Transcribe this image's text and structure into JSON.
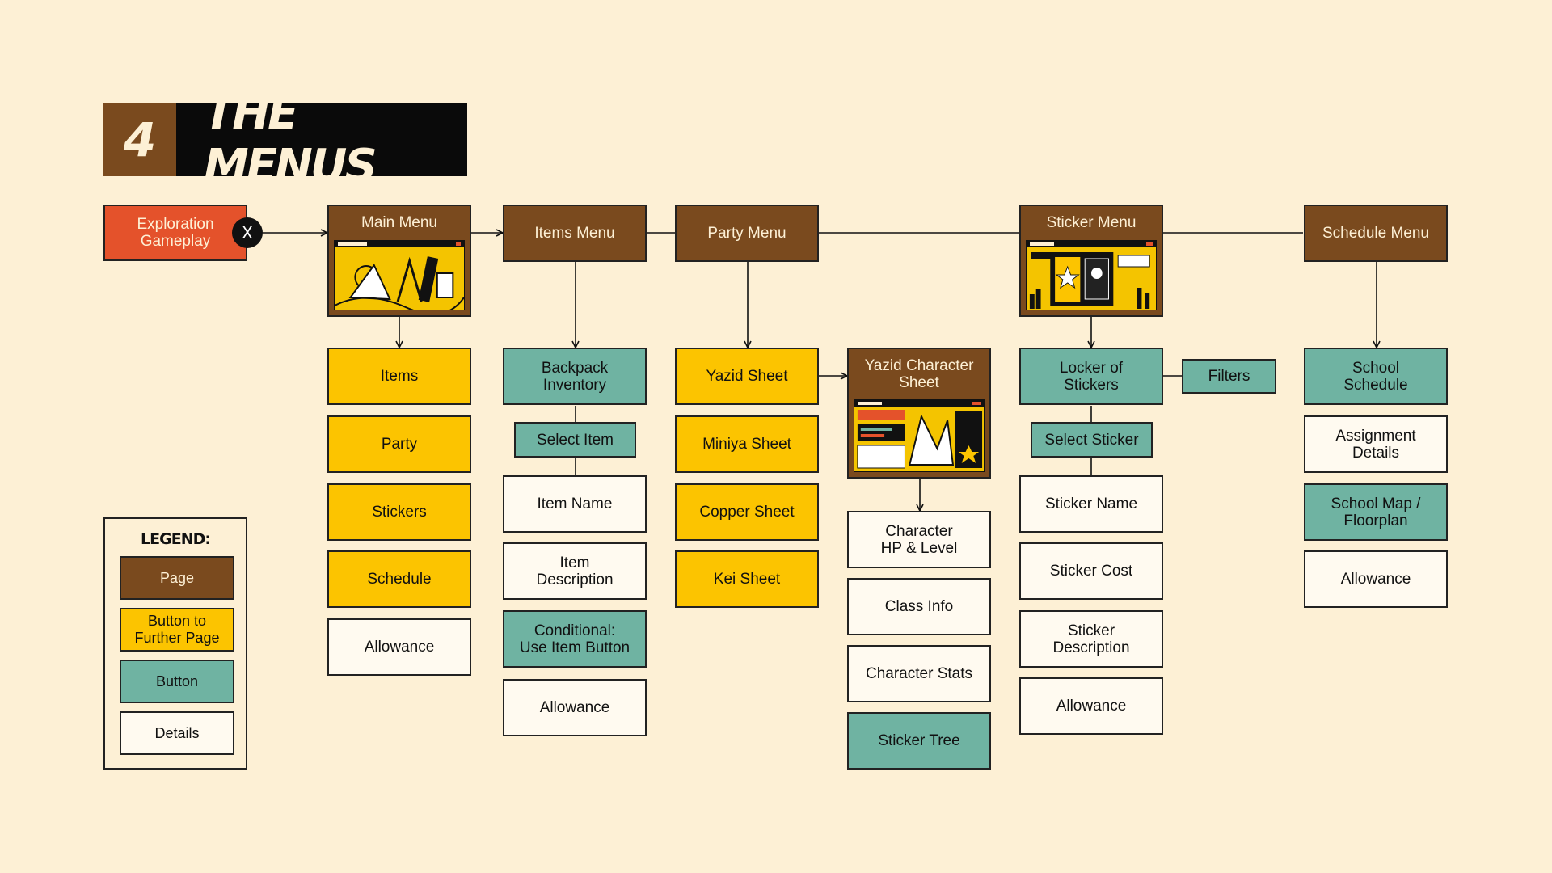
{
  "header": {
    "number": "4",
    "title": "THE MENUS"
  },
  "start": {
    "label": "Exploration\nGameplay",
    "badge": "X"
  },
  "pages": {
    "main_menu": "Main Menu",
    "items_menu": "Items Menu",
    "party_menu": "Party Menu",
    "yazid_character_sheet": "Yazid Character\nSheet",
    "sticker_menu": "Sticker Menu",
    "schedule_menu": "Schedule Menu"
  },
  "main_menu_children": [
    "Items",
    "Party",
    "Stickers",
    "Schedule",
    "Allowance"
  ],
  "items_menu_children": [
    "Backpack\nInventory",
    "Select Item",
    "Item Name",
    "Item\nDescription",
    "Conditional:\nUse Item Button",
    "Allowance"
  ],
  "party_menu_children": [
    "Yazid Sheet",
    "Miniya Sheet",
    "Copper Sheet",
    "Kei Sheet"
  ],
  "yazid_children": [
    "Character\nHP & Level",
    "Class Info",
    "Character Stats",
    "Sticker Tree"
  ],
  "sticker_menu_children": [
    "Locker of\nStickers",
    "Filters",
    "Select Sticker",
    "Sticker Name",
    "Sticker Cost",
    "Sticker\nDescription",
    "Allowance"
  ],
  "schedule_menu_children": [
    "School\nSchedule",
    "Assignment\nDetails",
    "School Map /\nFloorplan",
    "Allowance"
  ],
  "legend": {
    "title": "LEGEND:",
    "page": "Page",
    "further": "Button to\nFurther Page",
    "button": "Button",
    "details": "Details"
  },
  "colors": {
    "background": "#fdf0d5",
    "page": "#7a4a1e",
    "button_to_further_page": "#fcc400",
    "button": "#6fb3a2",
    "details": "#fffaf0",
    "start": "#e4522b"
  },
  "icons": {
    "close_badge": "x-circle-icon"
  }
}
